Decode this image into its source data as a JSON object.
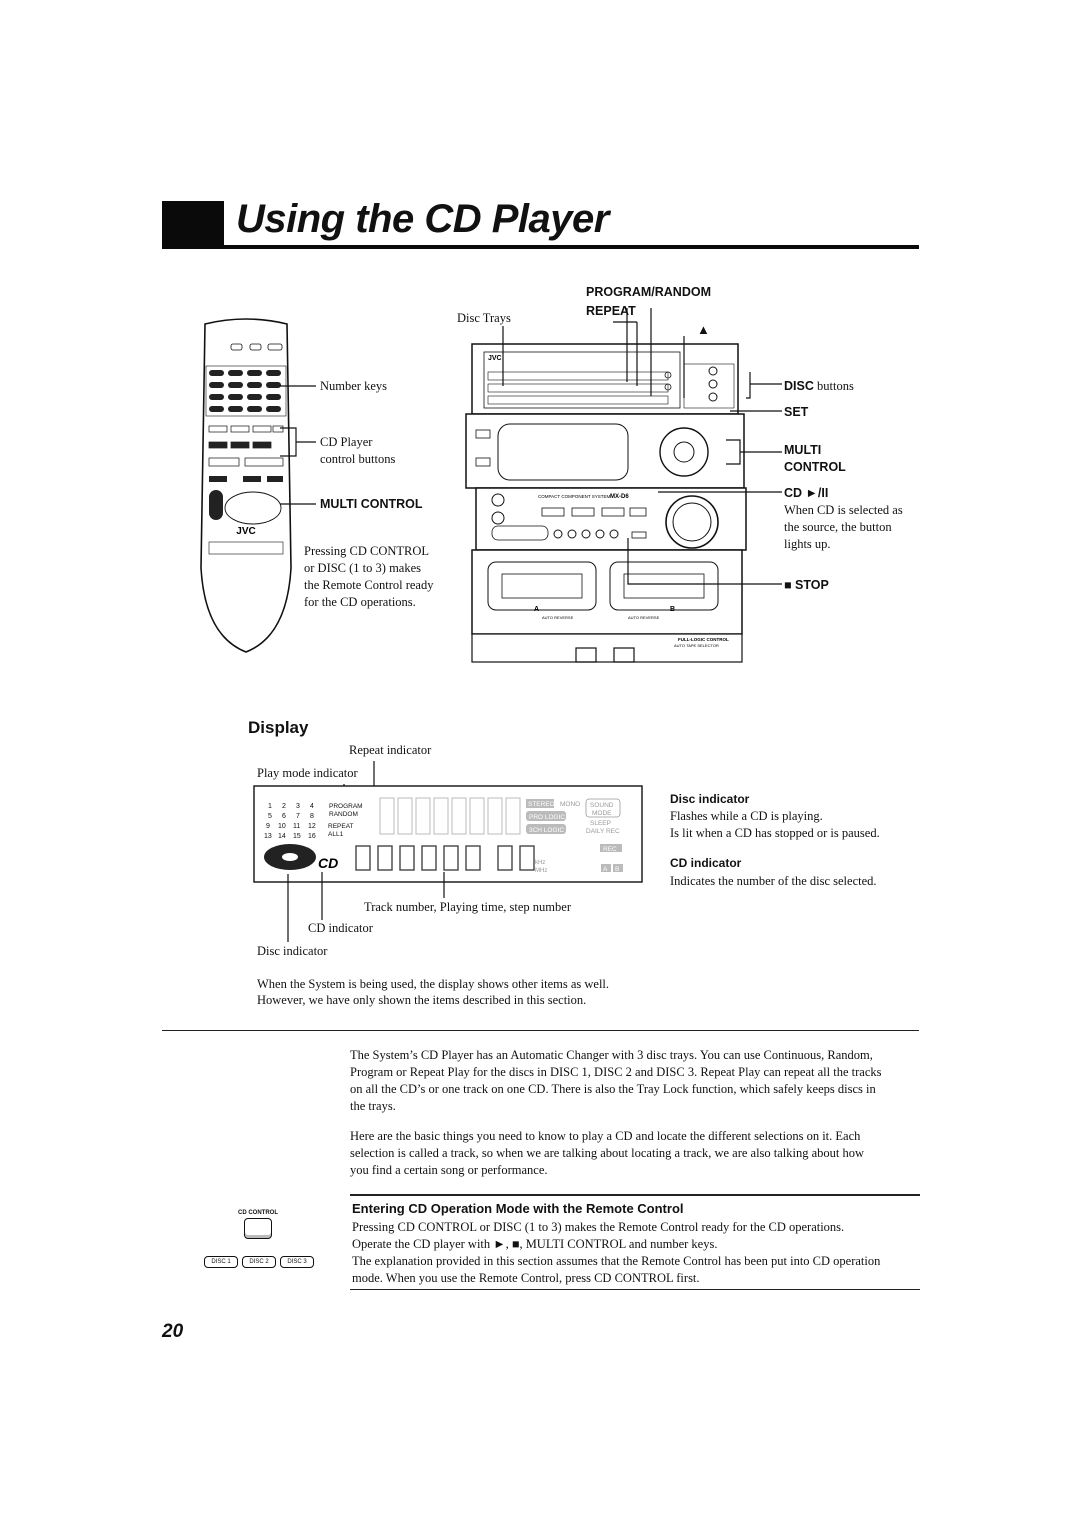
{
  "page": {
    "title": "Using the CD Player",
    "page_number": "20"
  },
  "figure_top": {
    "disc_trays": "Disc Trays",
    "program_random": "PROGRAM/RANDOM",
    "repeat": "REPEAT",
    "number_keys": "Number keys",
    "cd_player_control_buttons_1": "CD Player",
    "cd_player_control_buttons_2": "control buttons",
    "multi_control_left": "MULTI CONTROL",
    "remote_note": [
      "Pressing CD CONTROL",
      "or DISC (1 to 3) makes",
      "the Remote Control ready",
      "for the CD operations."
    ],
    "disc_buttons_bold": "DISC",
    "disc_buttons_rest": " buttons",
    "set": "SET",
    "multi": "MULTI",
    "control": "CONTROL",
    "cd_play_pause": "CD ►/II",
    "cd_note": [
      "When CD is selected as",
      "the source, the button",
      "lights up."
    ],
    "stop": "■ STOP",
    "eject_symbol": "▲",
    "unit_brand": "JVC",
    "unit_model": "MX-D6",
    "unit_ccs": "COMPACT COMPONENT SYSTEM",
    "unit_cassette_a": "A",
    "unit_cassette_b": "B",
    "unit_auto_reverse": "AUTO REVERSE",
    "unit_full_logic": "FULL-LOGIC CONTROL",
    "unit_auto_tape": "AUTO TAPE SELECTOR",
    "remote_brand": "JVC"
  },
  "display_section": {
    "heading": "Display",
    "repeat_indicator": "Repeat indicator",
    "play_mode_indicator": "Play mode indicator",
    "track_number_label": "Track number, Playing time, step number",
    "cd_indicator_label": "CD indicator",
    "disc_indicator_label": "Disc indicator",
    "lcd_numbers": [
      [
        "1",
        "2",
        "3",
        "4"
      ],
      [
        "5",
        "6",
        "7",
        "8"
      ],
      [
        "9",
        "10",
        "11",
        "12"
      ],
      [
        "13",
        "14",
        "15",
        "16"
      ]
    ],
    "lcd_program": "PROGRAM",
    "lcd_random": "RANDOM",
    "lcd_repeat": "REPEAT",
    "lcd_all1": "ALL1",
    "lcd_stereo": "STEREO",
    "lcd_mono": "MONO",
    "lcd_sound": "SOUND",
    "lcd_mode": "MODE",
    "lcd_pro_logic": "PRO LOGIC",
    "lcd_sleep": "SLEEP",
    "lcd_3ch_logic": "3CH LOGIC",
    "lcd_daily_rec": "DAILY REC",
    "lcd_rec": "REC",
    "lcd_khz": "kHz",
    "lcd_mhz": "MHz",
    "lcd_cd": "CD",
    "lcd_ab_a": "A",
    "lcd_ab_b": "B",
    "disc_indicator_heading": "Disc indicator",
    "disc_indicator_text": [
      "Flashes while a CD is playing.",
      "Is lit when a CD has stopped or is paused."
    ],
    "cd_indicator_heading": "CD indicator",
    "cd_indicator_text": "Indicates the number of the disc selected.",
    "system_note": [
      "When the System is being used, the display shows other items as well.",
      "However, we have only shown the items described in this section."
    ]
  },
  "intro": {
    "para1": [
      "The System’s CD Player has an Automatic Changer with 3 disc trays. You can use Continuous, Random,",
      "Program or Repeat Play for the discs in DISC 1, DISC 2 and DISC 3. Repeat Play can repeat all the tracks",
      "on all the CD’s or one track on one CD. There is also the Tray Lock function, which safely keeps discs in",
      "the trays."
    ],
    "para2": [
      "Here are the basic things you need to know to play a CD and locate the different selections on it. Each",
      "selection is called a track, so when we are talking about locating a track, we are also talking about how",
      "you find a certain song or performance."
    ]
  },
  "remote_section": {
    "heading": "Entering CD Operation Mode with the Remote Control",
    "lines": [
      "Pressing CD CONTROL or DISC (1 to 3) makes the Remote Control ready for the CD operations.",
      "Operate the CD player with ►, ■, MULTI CONTROL and number keys.",
      "The explanation provided in this section assumes that the Remote Control has been put into CD operation",
      "mode. When you use the Remote Control, press CD CONTROL first."
    ],
    "cd_control_btn": "CD CONTROL",
    "disc1": "DISC 1",
    "disc2": "DISC 2",
    "disc3": "DISC 3"
  }
}
